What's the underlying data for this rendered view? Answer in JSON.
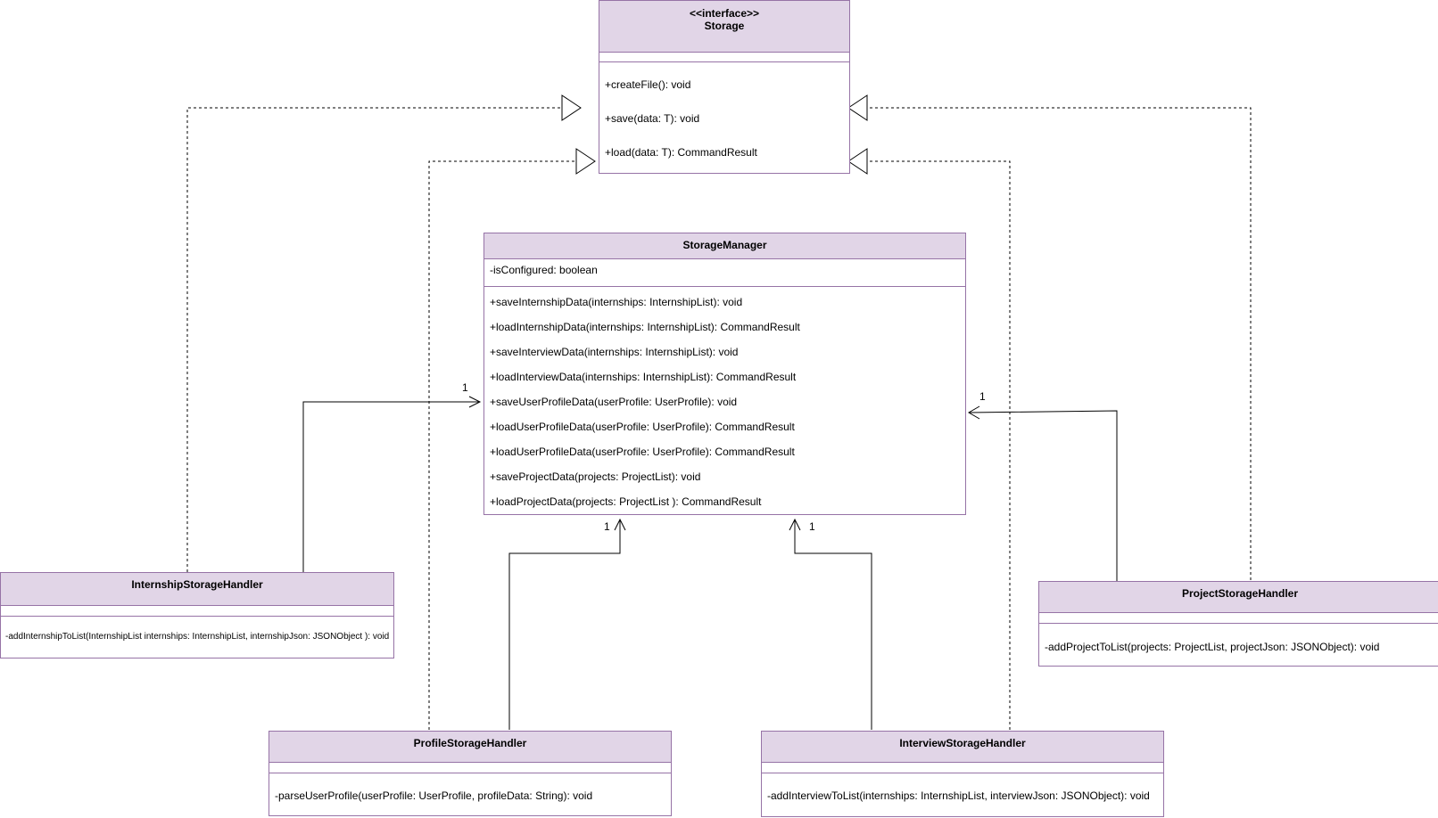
{
  "storage": {
    "stereotype": "<<interface>>",
    "name": "Storage",
    "methods": [
      "+createFile(): void",
      "+save(data: T): void",
      "+load(data: T): CommandResult"
    ]
  },
  "manager": {
    "name": "StorageManager",
    "attribute": "-isConfigured: boolean",
    "methods": [
      "+saveInternshipData(internships: InternshipList): void",
      "+loadInternshipData(internships: InternshipList): CommandResult",
      "+saveInterviewData(internships: InternshipList): void",
      "+loadInterviewData(internships: InternshipList): CommandResult",
      "+saveUserProfileData(userProfile: UserProfile): void",
      "+loadUserProfileData(userProfile: UserProfile): CommandResult",
      "+loadUserProfileData(userProfile: UserProfile): CommandResult",
      "+saveProjectData(projects: ProjectList): void",
      "+loadProjectData(projects: ProjectList ): CommandResult"
    ]
  },
  "internship": {
    "name": "InternshipStorageHandler",
    "method": "-addInternshipToList(InternshipList internships: InternshipList, internshipJson: JSONObject ): void"
  },
  "project": {
    "name": "ProjectStorageHandler",
    "method": "-addProjectToList(projects: ProjectList, projectJson: JSONObject): void"
  },
  "profile": {
    "name": "ProfileStorageHandler",
    "method": "-parseUserProfile(userProfile: UserProfile, profileData: String): void"
  },
  "interview": {
    "name": "InterviewStorageHandler",
    "method": "-addInterviewToList(internships: InternshipList, interviewJson: JSONObject): void"
  },
  "multiplicities": [
    "1",
    "1",
    "1",
    "1"
  ],
  "colors": {
    "fill": "#e1d5e7",
    "stroke": "#9673a6",
    "edge": "#000000"
  }
}
